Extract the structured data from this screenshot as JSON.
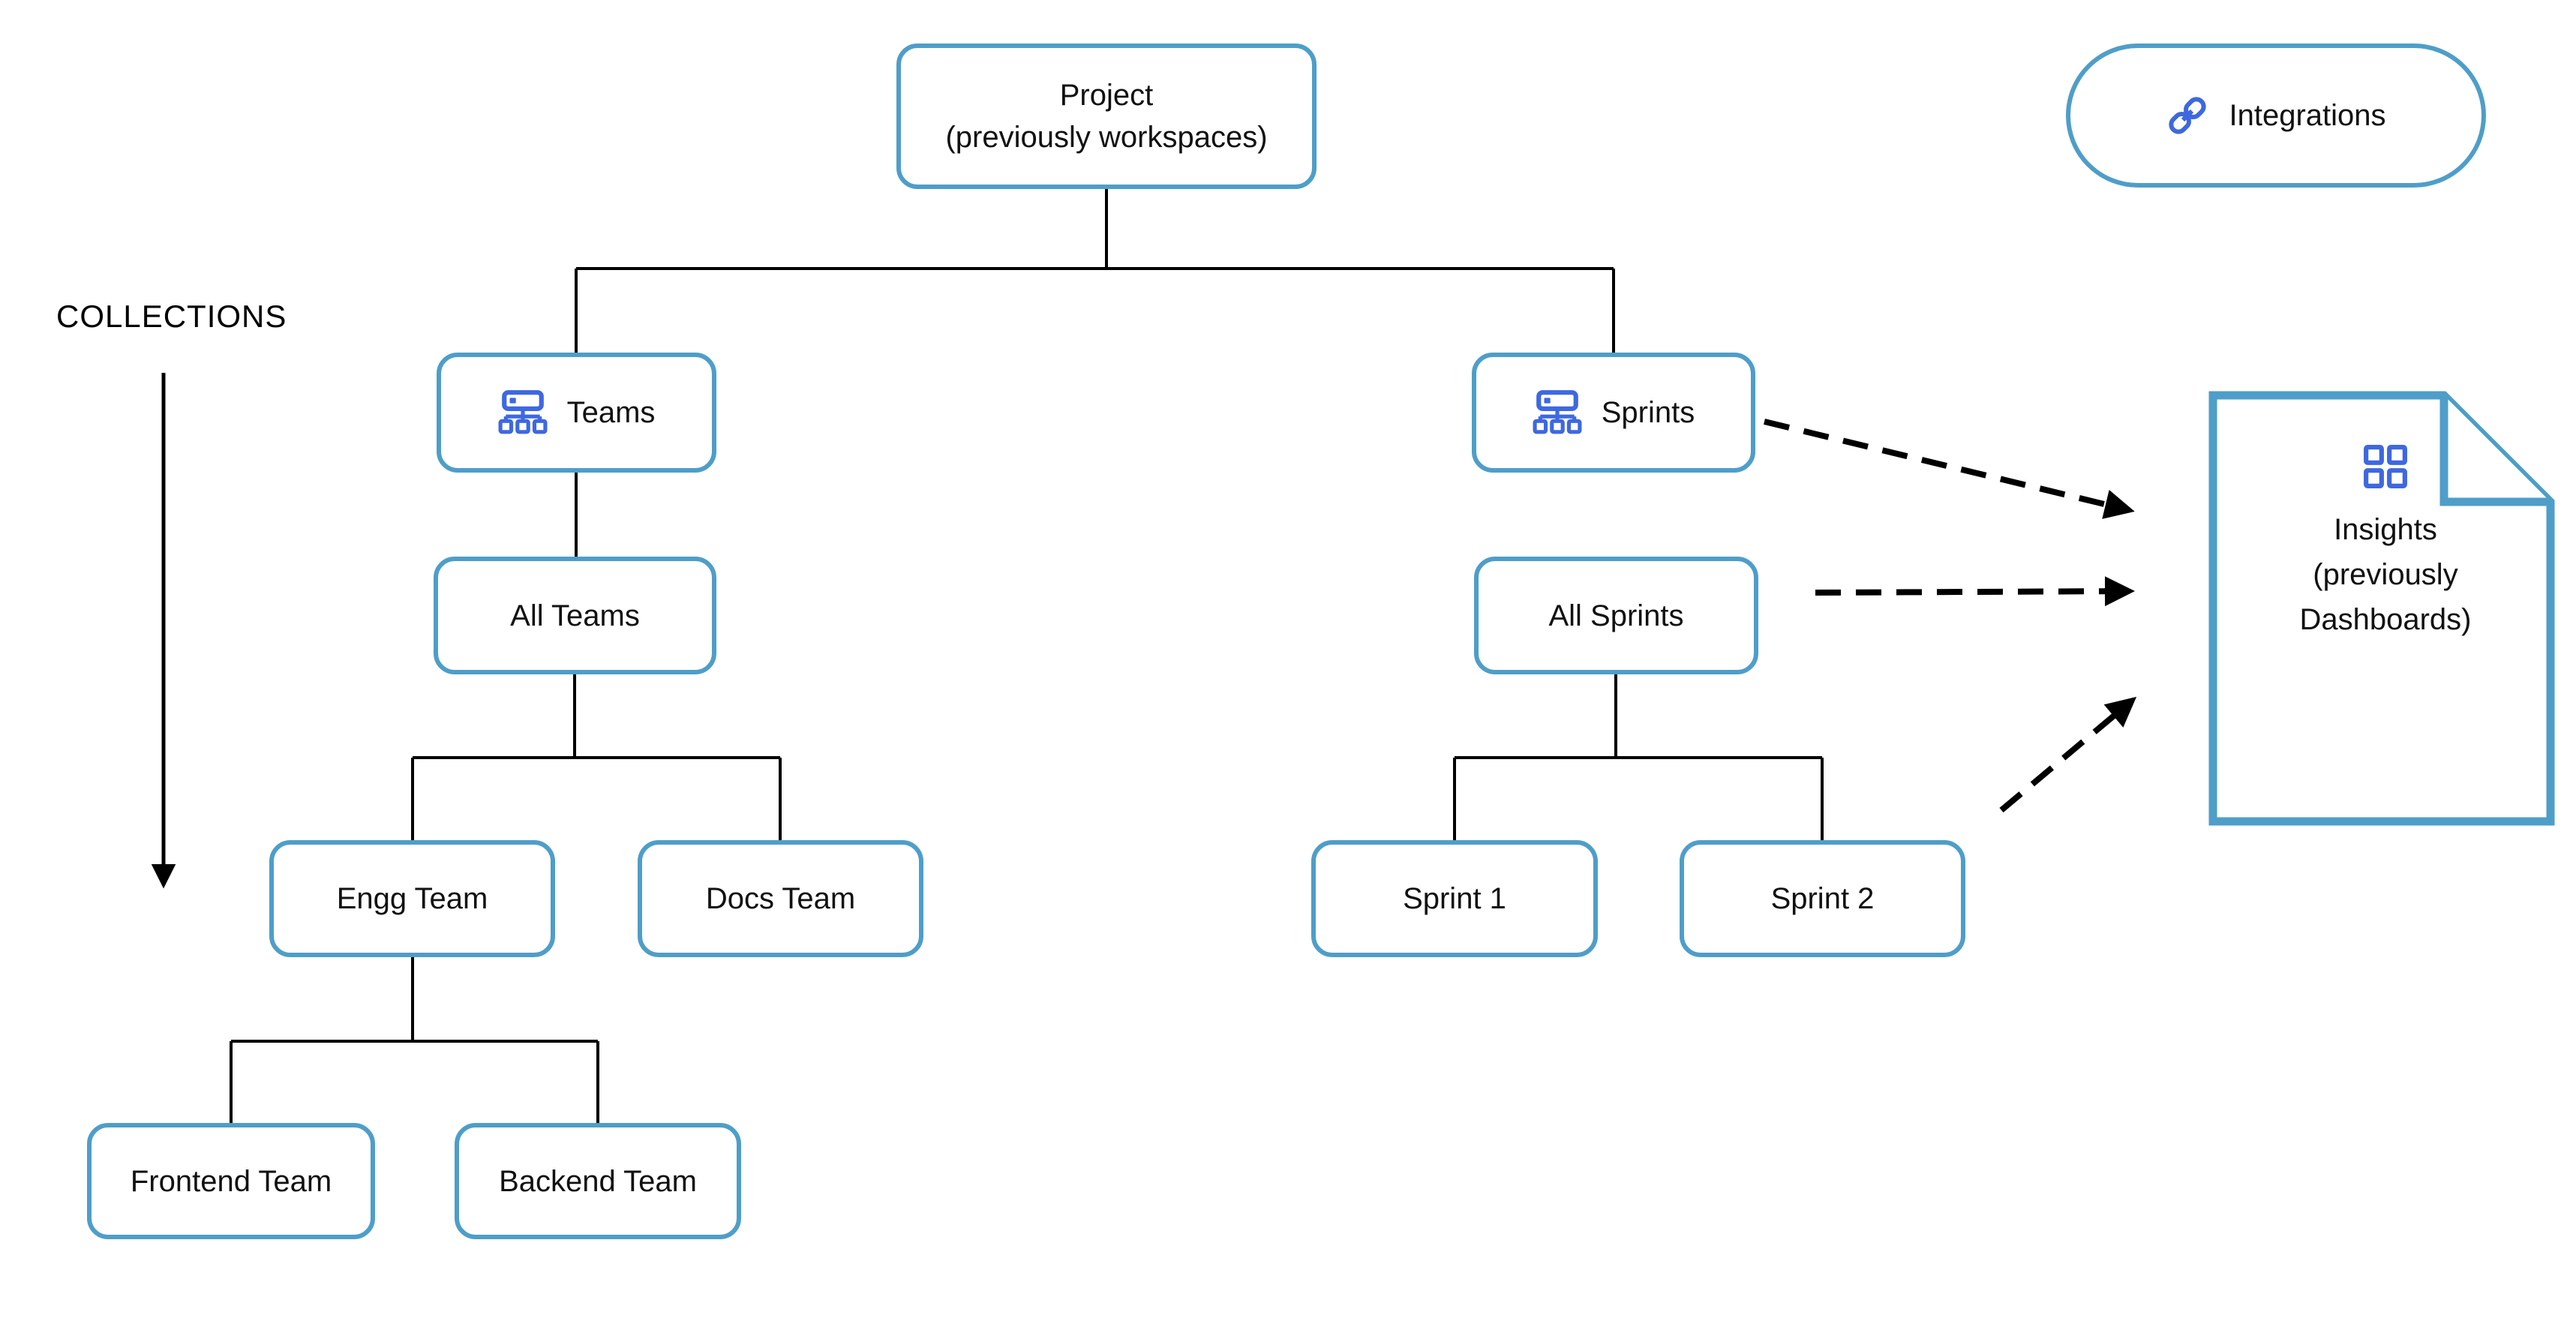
{
  "diagram": {
    "collections_label": "COLLECTIONS",
    "nodes": {
      "project": {
        "line1": "Project",
        "line2": "(previously workspaces)"
      },
      "integrations": {
        "label": "Integrations"
      },
      "teams": {
        "label": "Teams"
      },
      "sprints": {
        "label": "Sprints"
      },
      "all_teams": {
        "label": "All Teams"
      },
      "all_sprints": {
        "label": "All Sprints"
      },
      "engg_team": {
        "label": "Engg Team"
      },
      "docs_team": {
        "label": "Docs Team"
      },
      "sprint_1": {
        "label": "Sprint 1"
      },
      "sprint_2": {
        "label": "Sprint 2"
      },
      "frontend_team": {
        "label": "Frontend Team"
      },
      "backend_team": {
        "label": "Backend Team"
      },
      "insights": {
        "line1": "Insights",
        "line2": "(previously",
        "line3": "Dashboards)"
      }
    },
    "icons": {
      "teams": "org-hierarchy-icon",
      "sprints": "org-hierarchy-icon",
      "integrations": "link-icon",
      "insights": "dashboard-grid-icon"
    },
    "colors": {
      "box_border": "#4E9EC9",
      "icon_blue": "#3E68E0",
      "connector": "#000000",
      "text": "#111111",
      "background": "#FFFFFF"
    }
  }
}
